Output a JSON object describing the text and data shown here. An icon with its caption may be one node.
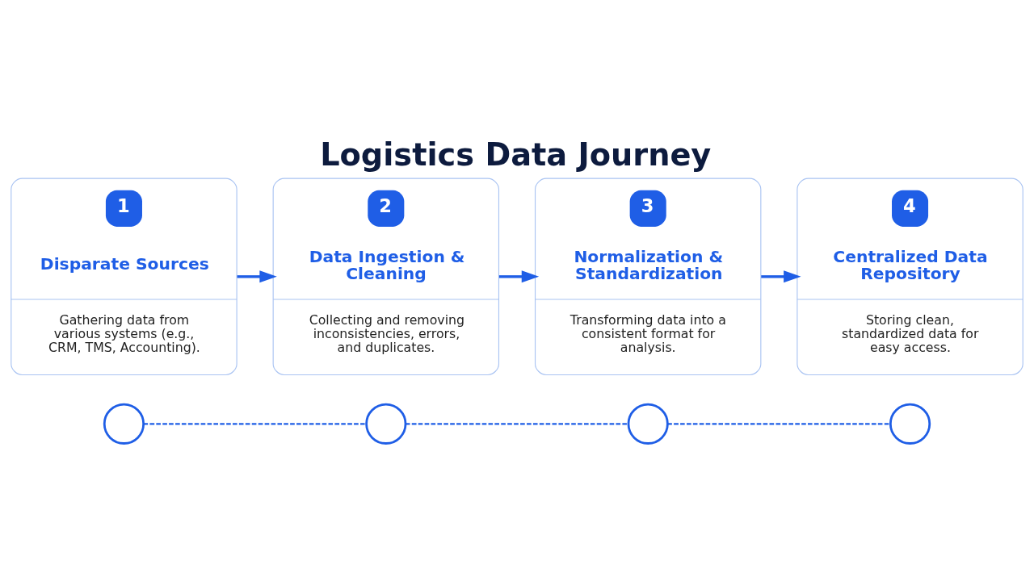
{
  "diagram": {
    "title": "Logistics Data Journey",
    "nodes": [
      {
        "text": [
          "1",
          "Disparate Sources",
          "Gathering data from various systems (e.g., CRM, TMS, Accounting)."
        ]
      },
      {
        "text": [
          "2",
          "Data Ingestion & Cleaning",
          "Collecting and removing inconsistencies, errors, and duplicates."
        ]
      },
      {
        "text": [
          "3",
          "Normalization & Standardization",
          "Transforming data into a consistent format for analysis."
        ]
      },
      {
        "text": [
          "4",
          "Centralized Data Repository",
          "Storing clean, standardized data for easy access."
        ]
      },
      {
        "text": [],
        "shape": "circle"
      },
      {
        "text": [],
        "shape": "circle"
      },
      {
        "text": [],
        "shape": "circle"
      },
      {
        "text": [],
        "shape": "circle"
      }
    ],
    "edges": [
      {
        "from": 0,
        "to": 1,
        "arrow": "to"
      },
      {
        "from": 1,
        "to": 2,
        "arrow": "to"
      },
      {
        "from": 2,
        "to": 3,
        "arrow": "to"
      },
      {
        "from": 4,
        "to": 5,
        "arrow": "none",
        "style": "dashed"
      },
      {
        "from": 5,
        "to": 6,
        "arrow": "none",
        "style": "dashed"
      },
      {
        "from": 6,
        "to": 7,
        "arrow": "none",
        "style": "dashed"
      }
    ]
  }
}
